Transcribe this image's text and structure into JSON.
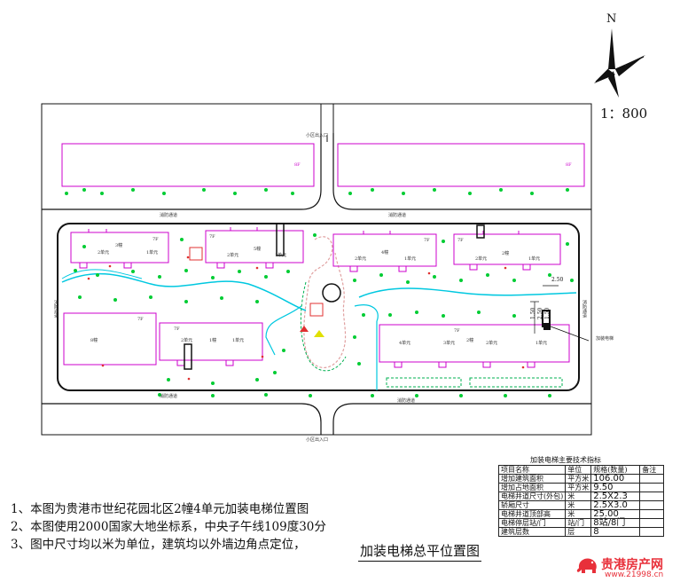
{
  "plan": {
    "labels": {
      "gate_north": "小区出入口",
      "gate_south": "小区出入口",
      "road_top_left": "消防通道",
      "road_top_right": "消防通道",
      "road_bottom_left": "消防通道",
      "road_bottom_right": "消防通道",
      "road_left": "消防通道",
      "road_right": "消防通道",
      "elevator_callout": "加装电梯"
    },
    "buildings": [
      {
        "id": "b1",
        "no": "3幢",
        "units": [
          "2单元",
          "1单元"
        ],
        "floors": "7F"
      },
      {
        "id": "b2",
        "no": "5幢",
        "units": [
          "2单元",
          "1单元"
        ],
        "floors": "7F"
      },
      {
        "id": "b3",
        "no": "4幢",
        "units": [
          "2单元",
          "1单元"
        ],
        "floors": "7F"
      },
      {
        "id": "b4",
        "no": "2幢",
        "units": [
          "2单元",
          "1单元"
        ],
        "floors": "7F"
      },
      {
        "id": "b5",
        "no": "8幢",
        "units": [],
        "floors": "7F"
      },
      {
        "id": "b6",
        "no": "1幢",
        "units": [
          "2单元",
          "1单元"
        ],
        "floors": "7F"
      },
      {
        "id": "b7",
        "no": "2幢",
        "units": [
          "4单元",
          "3单元",
          "2单元",
          "1单元"
        ],
        "floors": "7F"
      }
    ],
    "dims": {
      "d1": "2.50",
      "d2": "1.50",
      "d3": "2.50",
      "d4": "1.50"
    },
    "top_building_tags": {
      "left": "8F",
      "right": "8F"
    }
  },
  "north": {
    "label": "N"
  },
  "scale": "1：800",
  "notes": [
    "1、本图为贵港市世纪花园北区2幢4单元加装电梯位置图",
    "2、本图使用2000国家大地坐标系，中央子午线109度30分",
    "3、图中尺寸均以米为单位，建筑均以外墙边角点定位，"
  ],
  "drawing_title": "加装电梯总平位置图",
  "tech_table": {
    "title": "加装电梯主要技术指标",
    "headers": [
      "项目名称",
      "单位",
      "规格(数量)",
      "备注"
    ],
    "rows": [
      [
        "增加建筑面积",
        "平方米",
        "106.00",
        ""
      ],
      [
        "增加占地面积",
        "平方米",
        "9.50",
        ""
      ],
      [
        "电梯井道尺寸(外包)",
        "米",
        "2.5X2.3",
        ""
      ],
      [
        "轿厢尺寸",
        "米",
        "2.5X3.0",
        ""
      ],
      [
        "电梯井道顶部高",
        "米",
        "25.00",
        ""
      ],
      [
        "电梯停层站/门",
        "站/门",
        "8站/8门",
        ""
      ],
      [
        "建筑层数",
        "层",
        "8",
        ""
      ]
    ]
  },
  "watermark": {
    "brand": "贵港房产网",
    "url": "www.21998.cn"
  }
}
